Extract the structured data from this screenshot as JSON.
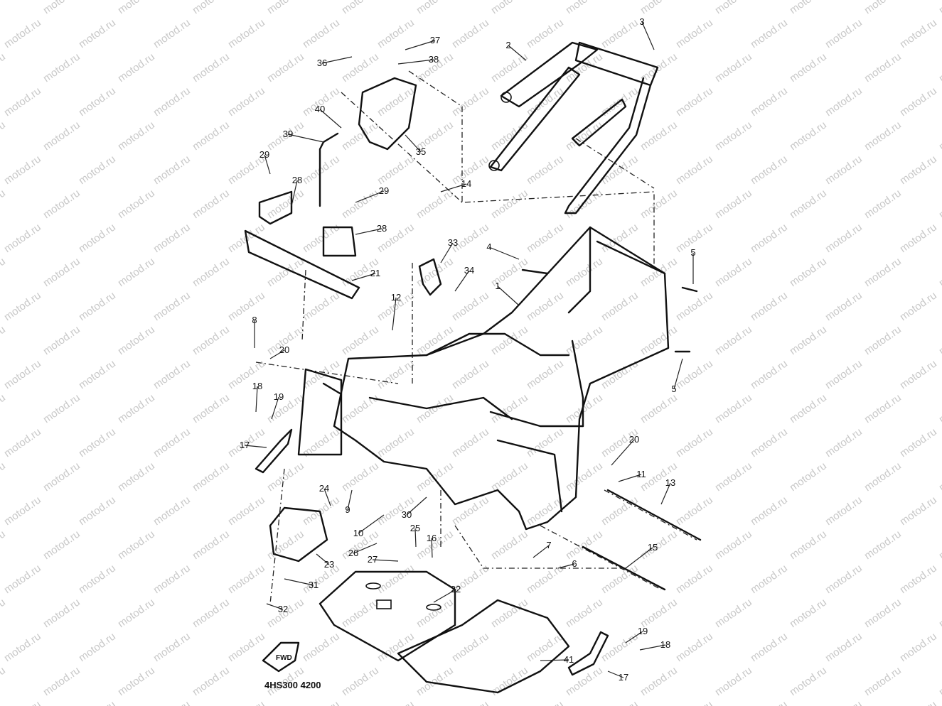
{
  "diagram": {
    "drawing_code": "4HS300 4200",
    "watermark": "motod.ru",
    "arrow_label": "FWD",
    "callouts": [
      "1",
      "2",
      "3",
      "4",
      "5",
      "5",
      "6",
      "7",
      "8",
      "9",
      "10",
      "11",
      "12",
      "13",
      "14",
      "15",
      "16",
      "17",
      "17",
      "18",
      "18",
      "19",
      "19",
      "20",
      "20",
      "21",
      "22",
      "23",
      "24",
      "25",
      "26",
      "27",
      "28",
      "28",
      "29",
      "29",
      "30",
      "31",
      "32",
      "33",
      "34",
      "35",
      "36",
      "37",
      "38",
      "39",
      "40",
      "41"
    ]
  }
}
